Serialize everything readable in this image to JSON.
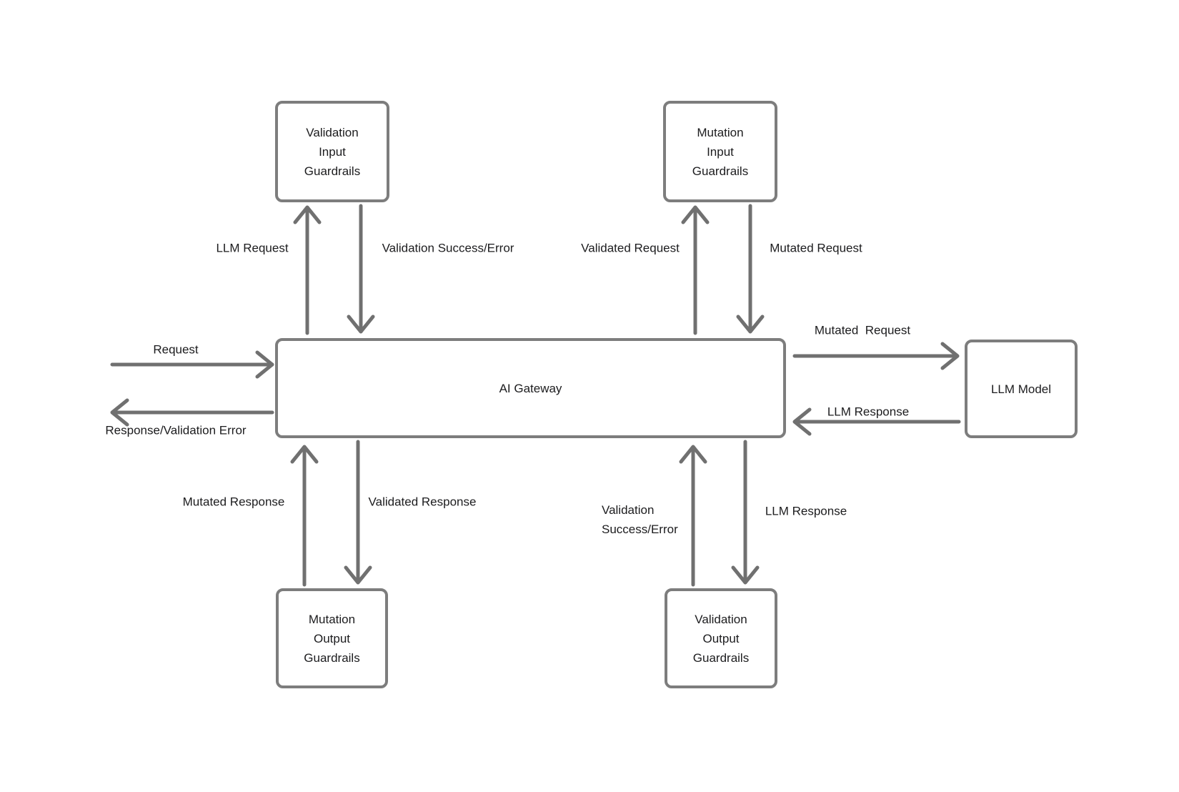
{
  "colors": {
    "background": "#ffffff",
    "node_border": "#7d7d7d",
    "arrow": "#707070",
    "text": "#1c1c1e"
  },
  "nodes": {
    "validation_input_guardrails": "Validation\nInput\nGuardrails",
    "mutation_input_guardrails": "Mutation\nInput\nGuardrails",
    "ai_gateway": "AI Gateway",
    "llm_model": "LLM Model",
    "mutation_output_guardrails": "Mutation\nOutput\nGuardrails",
    "validation_output_guardrails": "Validation\nOutput\nGuardrails"
  },
  "edge_labels": {
    "llm_request": "LLM Request",
    "validation_success_error_top": "Validation Success/Error",
    "validated_request": "Validated Request",
    "mutated_request_top": "Mutated Request",
    "request": "Request",
    "response_validation_error": "Response/Validation Error",
    "mutated_request_right": "Mutated  Request",
    "llm_response_right": "LLM Response",
    "mutated_response": "Mutated Response",
    "validated_response": "Validated Response",
    "validation_success_error_bottom": "Validation\nSuccess/Error",
    "llm_response_bottom": "LLM Response"
  }
}
